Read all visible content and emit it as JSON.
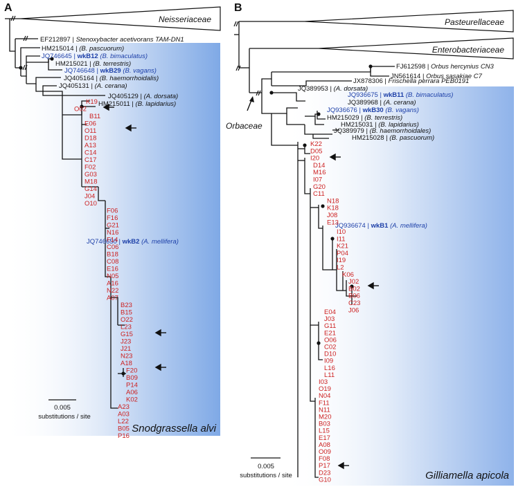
{
  "panelA": {
    "letter": "A",
    "clade_top": "Neisseriaceae",
    "refs": [
      {
        "acc": "EF212897",
        "name": "Stenoxybacter acetivorans TAM-DN1",
        "host": ""
      },
      {
        "acc": "HM215014",
        "name": "",
        "host": "(B. pascuorum)"
      },
      {
        "acc": "JQ746645",
        "name": "wkB12",
        "host": "(B. bimaculatus)"
      },
      {
        "acc": "HM215021",
        "name": "",
        "host": "(B. terrestris)"
      },
      {
        "acc": "JQ746648",
        "name": "wkB29",
        "host": "(B. vagans)"
      },
      {
        "acc": "JQ405164",
        "name": "",
        "host": "(B. haemorrhoidalis)"
      },
      {
        "acc": "JQ405131",
        "name": "",
        "host": "(A. cerana)"
      },
      {
        "acc": "JQ405129",
        "name": "",
        "host": "(A. dorsata)"
      },
      {
        "acc": "HM215011",
        "name": "",
        "host": "(B. lapidarius)"
      },
      {
        "acc": "JQ746650",
        "name": "wkB2",
        "host": "(A. mellifera)"
      }
    ],
    "samples": [
      "K19",
      "O02",
      "B11",
      "E06",
      "O11",
      "D18",
      "A13",
      "C14",
      "C17",
      "F02",
      "G03",
      "M18",
      "G14",
      "J04",
      "O10",
      "F06",
      "F16",
      "G21",
      "N16",
      "F14",
      "C06",
      "B18",
      "C08",
      "E16",
      "N05",
      "A16",
      "N22",
      "A07",
      "B23",
      "B15",
      "O22",
      "L23",
      "G15",
      "J23",
      "J21",
      "N23",
      "A18",
      "F20",
      "B09",
      "P14",
      "A06",
      "K02",
      "A23",
      "A03",
      "L22",
      "B05",
      "P16"
    ],
    "scale_value": "0.005",
    "scale_unit": "substitutions / site",
    "species": "Snodgrassella alvi"
  },
  "panelB": {
    "letter": "B",
    "clade_top": "Pasteurellaceae",
    "clade_mid": "Enterobacteriaceae",
    "orbaceae": "Orbaceae",
    "refs": [
      {
        "acc": "FJ612598",
        "name": "Orbus hercynius CN3",
        "host": ""
      },
      {
        "acc": "JN561614",
        "name": "Orbus sasakiae C7",
        "host": ""
      },
      {
        "acc": "JX878306",
        "name": "Frischella perrara PEB0191",
        "host": ""
      },
      {
        "acc": "JQ389953",
        "name": "",
        "host": "(A. dorsata)"
      },
      {
        "acc": "JQ936675",
        "name": "wkB11",
        "host": "(B. bimaculatus)"
      },
      {
        "acc": "JQ389968",
        "name": "",
        "host": "(A. cerana)"
      },
      {
        "acc": "JQ936676",
        "name": "wkB30",
        "host": "(B. vagans)"
      },
      {
        "acc": "HM215029",
        "name": "",
        "host": "(B. terrestris)"
      },
      {
        "acc": "HM215031",
        "name": "",
        "host": "(B. lapidarius)"
      },
      {
        "acc": "JQ389979",
        "name": "",
        "host": "(B. haemorrhoidales)"
      },
      {
        "acc": "HM215028",
        "name": "",
        "host": "(B. pascuorum)"
      },
      {
        "acc": "JQ936674",
        "name": "wkB1",
        "host": "(A. mellifera)"
      }
    ],
    "samples_top": [
      "K22",
      "D05",
      "I20",
      "D14",
      "M16",
      "I07",
      "G20",
      "C11",
      "N18",
      "K18",
      "J08",
      "E13"
    ],
    "samples_mid": [
      "I10",
      "I11",
      "K21",
      "P04",
      "I19",
      "L2",
      "K06",
      "J02",
      "B02",
      "B06",
      "C23",
      "J06"
    ],
    "samples_bot": [
      "E04",
      "J03",
      "G11",
      "E21",
      "O06",
      "C02",
      "D10",
      "I09",
      "L16",
      "L11",
      "I03",
      "O19",
      "N04",
      "F11",
      "N11",
      "M20",
      "B03",
      "L15",
      "E17",
      "A08",
      "O09",
      "F08",
      "P17",
      "D23",
      "G10"
    ],
    "scale_value": "0.005",
    "scale_unit": "substitutions / site",
    "species": "Gilliamella apicola"
  }
}
